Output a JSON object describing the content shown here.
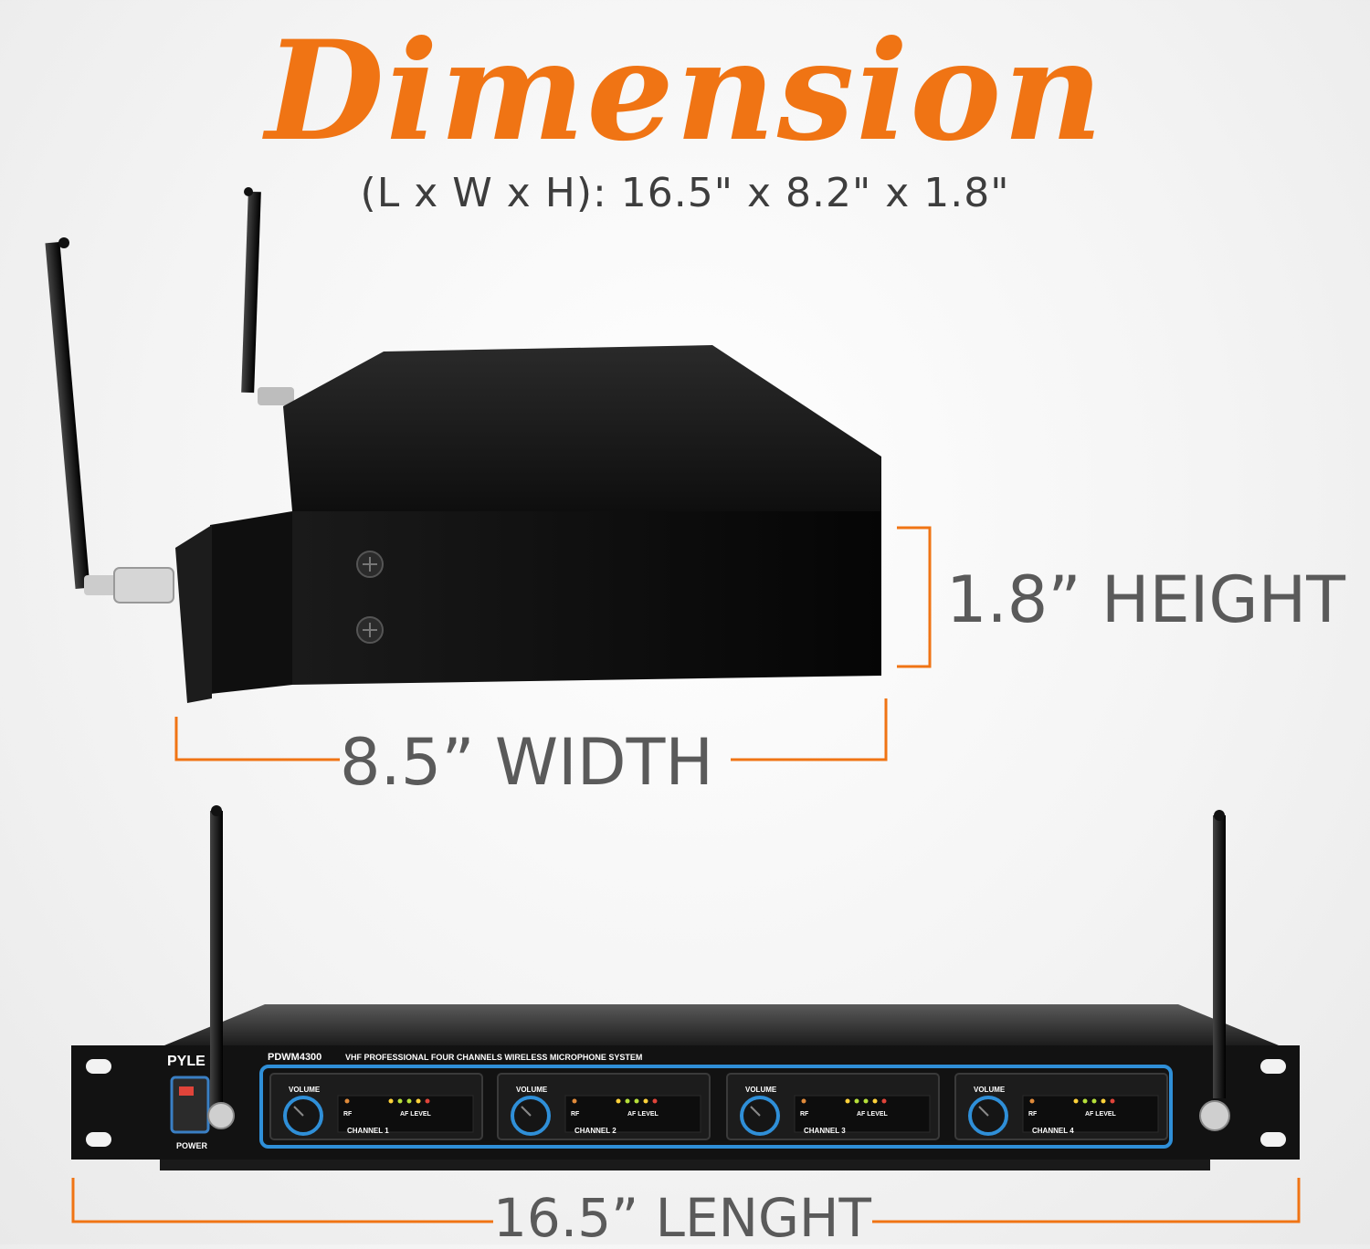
{
  "header": {
    "title": "Dimension",
    "subtitle": "(L x W x H): 16.5\" x 8.2\" x 1.8\""
  },
  "dimensions": {
    "height_label": "1.8” HEIGHT",
    "width_label": "8.5” WIDTH",
    "length_label": "16.5” LENGHT"
  },
  "device": {
    "brand": "PYLE",
    "model": "PDWM4300",
    "description": "VHF PROFESSIONAL FOUR CHANNELS WIRELESS MICROPHONE SYSTEM",
    "power_label": "POWER",
    "channels": [
      {
        "volume_label": "VOLUME",
        "rf_label": "RF",
        "af_label": "AF LEVEL",
        "channel_label": "CHANNEL 1"
      },
      {
        "volume_label": "VOLUME",
        "rf_label": "RF",
        "af_label": "AF LEVEL",
        "channel_label": "CHANNEL 2"
      },
      {
        "volume_label": "VOLUME",
        "rf_label": "RF",
        "af_label": "AF LEVEL",
        "channel_label": "CHANNEL 3"
      },
      {
        "volume_label": "VOLUME",
        "rf_label": "RF",
        "af_label": "AF LEVEL",
        "channel_label": "CHANNEL 4"
      }
    ]
  },
  "colors": {
    "accent": "#f07414",
    "label_gray": "#5a5a5a",
    "panel_blue": "#2f8fd8",
    "chassis": "#111111"
  }
}
